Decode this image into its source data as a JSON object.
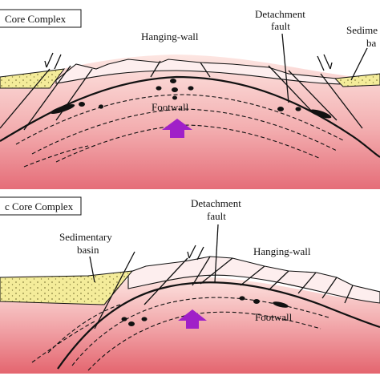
{
  "panels": [
    {
      "title": "Core Complex",
      "labels": {
        "hanging_wall": "Hanging-wall",
        "detachment_line1": "Detachment",
        "detachment_line2": "fault",
        "sediment_line1": "Sedime",
        "sediment_line2": "ba",
        "footwall": "Footwall"
      }
    },
    {
      "title": "c Core Complex",
      "labels": {
        "detachment_line1": "Detachment",
        "detachment_line2": "fault",
        "sediment_line1": "Sedimentary",
        "sediment_line2": "basin",
        "hanging_wall": "Hanging-wall",
        "footwall": "Footwall"
      }
    }
  ],
  "colors": {
    "footwall_light": "#fbe0dc",
    "footwall_dark": "#e8707a",
    "sediment": "#f4ec9a",
    "arrow": "#a020c8",
    "line": "#111111"
  },
  "icons": {
    "uplift_arrow": "up-arrow-icon",
    "fault_arrows": "half-arrow-icon"
  }
}
